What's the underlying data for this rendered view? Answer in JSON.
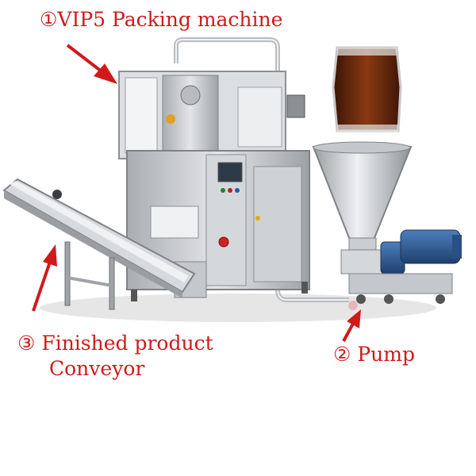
{
  "labels": {
    "packing_machine": "①VIP5 Packing machine",
    "finished_product_line1": "③ Finished product",
    "finished_product_line2": "Conveyor",
    "pump": "② Pump"
  },
  "colors": {
    "annotation": "#d01a1a",
    "steel": "#c9ccd0",
    "steel_dark": "#8c9095",
    "motor_blue": "#2f5f9a",
    "sauce": "#6b2a10",
    "background": "#ffffff"
  }
}
